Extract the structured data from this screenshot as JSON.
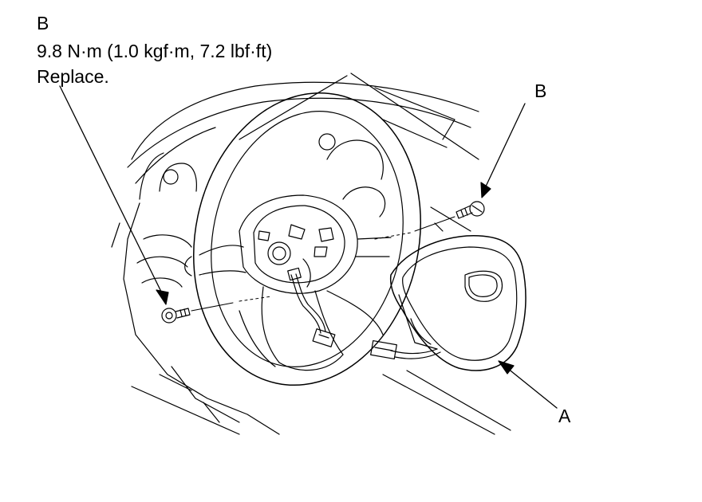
{
  "labels": {
    "fastener_left": "B",
    "torque_spec": "9.8 N·m (1.0 kgf·m, 7.2 lbf·ft)",
    "instruction": "Replace.",
    "fastener_right": "B",
    "airbag_module": "A"
  },
  "colors": {
    "line": "#000000",
    "background": "#ffffff"
  }
}
